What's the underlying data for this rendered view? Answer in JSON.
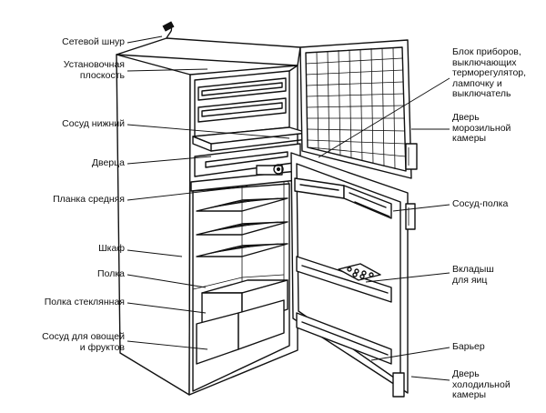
{
  "labels": {
    "power_cord": "Сетевой шнур",
    "mounting_surface": "Установочная\nплоскость",
    "lower_vessel": "Сосуд нижний",
    "small_door": "Дверца",
    "middle_strip": "Планка средняя",
    "cabinet": "Шкаф",
    "shelf": "Полка",
    "glass_shelf": "Полка стеклянная",
    "vegetable_container": "Сосуд для овощей\nи фруктов",
    "control_unit": "Блок приборов,\nвыключающих\nтерморегулятор,\nлампочку и\nвыключатель",
    "freezer_door": "Дверь\nморозильной\nкамеры",
    "shelf_container": "Сосуд-полка",
    "egg_insert": "Вкладыш\nдля яиц",
    "barrier": "Барьер",
    "fridge_door": "Дверь\nхолодильной\nкамеры"
  }
}
